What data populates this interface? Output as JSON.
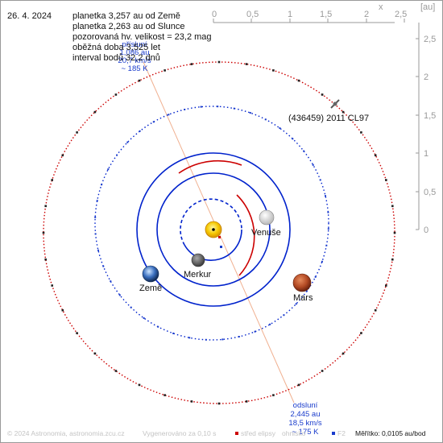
{
  "header": {
    "date": "26. 4. 2024",
    "lines": [
      "planetka 3,257 au od Země",
      "planetka 2,263 au od Slunce",
      "pozorovaná hv. velikost = 23,2 mag",
      "oběžná doba 3,525 let",
      "interval bodů 32,2 dnů"
    ]
  },
  "axes": {
    "x_label": "x",
    "unit_label": "[au]",
    "x_ticks": [
      "0",
      "0,5",
      "1",
      "1,5",
      "2",
      "2,5"
    ],
    "y_ticks": [
      "2,5",
      "2",
      "1,5",
      "1",
      "0,5",
      "0"
    ]
  },
  "bodies": {
    "venus": "Venuše",
    "mercury": "Merkur",
    "earth": "Země",
    "mars": "Mars",
    "asteroid": "(436459) 2011 CL97"
  },
  "perihelion": {
    "title": "přísluní",
    "distance": "1,086 au",
    "speed": "20,7 km/s",
    "temp": "~ 185 K"
  },
  "aphelion": {
    "title": "odsluní",
    "distance": "2,445 au",
    "speed": "18,5 km/s",
    "temp": "~ 175 K"
  },
  "footer": {
    "copyright": "© 2024 Astronomia, astronomia.zcu.cz",
    "generated": "Vygenerováno za 0,10 s",
    "legend_center": "střed elipsy",
    "legend_other": "ohnisko",
    "legend_f2": "F2",
    "scale": "Měřítko: 0,0105 au/bod"
  },
  "colors": {
    "asteroid_orbit": "#cc0000",
    "planet_orbit": "#0022cc",
    "label_blue": "#1a3ccc",
    "axis_grey": "#9a9a9a",
    "apsis_line": "#f0b090"
  }
}
